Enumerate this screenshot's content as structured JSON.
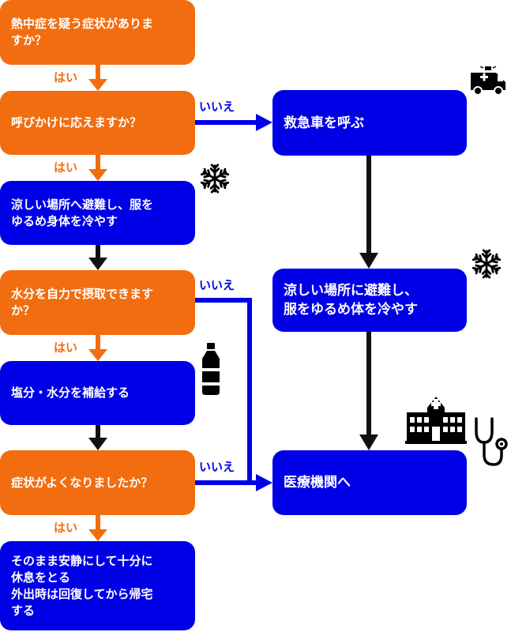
{
  "colors": {
    "question": "#f26d0f",
    "action": "#0000e6",
    "arrow_black": "#111111"
  },
  "left": [
    {
      "kind": "question",
      "text": "熱中症を疑う症状がありま\nすか？"
    },
    {
      "kind": "question",
      "text": "呼びかけに応えますか？"
    },
    {
      "kind": "action",
      "text": "涼しい場所へ避難し、服を\nゆるめ身体を冷やす"
    },
    {
      "kind": "question",
      "text": "水分を自力で摂取できます\nか？"
    },
    {
      "kind": "action",
      "text": "塩分・水分を補給する"
    },
    {
      "kind": "question",
      "text": "症状がよくなりましたか？"
    },
    {
      "kind": "action",
      "text": "そのまま安静にして十分に\n休息をとる\n外出時は回復してから帰宅\nする"
    }
  ],
  "right": [
    {
      "kind": "action",
      "text": "救急車を呼ぶ"
    },
    {
      "kind": "action",
      "text": "涼しい場所に避難し、\n服をゆるめ体を冷やす"
    },
    {
      "kind": "action",
      "text": "医療機関へ"
    }
  ],
  "labels": {
    "yes": "はい",
    "no": "いいえ"
  },
  "icons": [
    "ambulance-icon",
    "snowflake-icon",
    "snowflake-icon",
    "water-bottle-icon",
    "hospital-icon",
    "stethoscope-icon"
  ]
}
